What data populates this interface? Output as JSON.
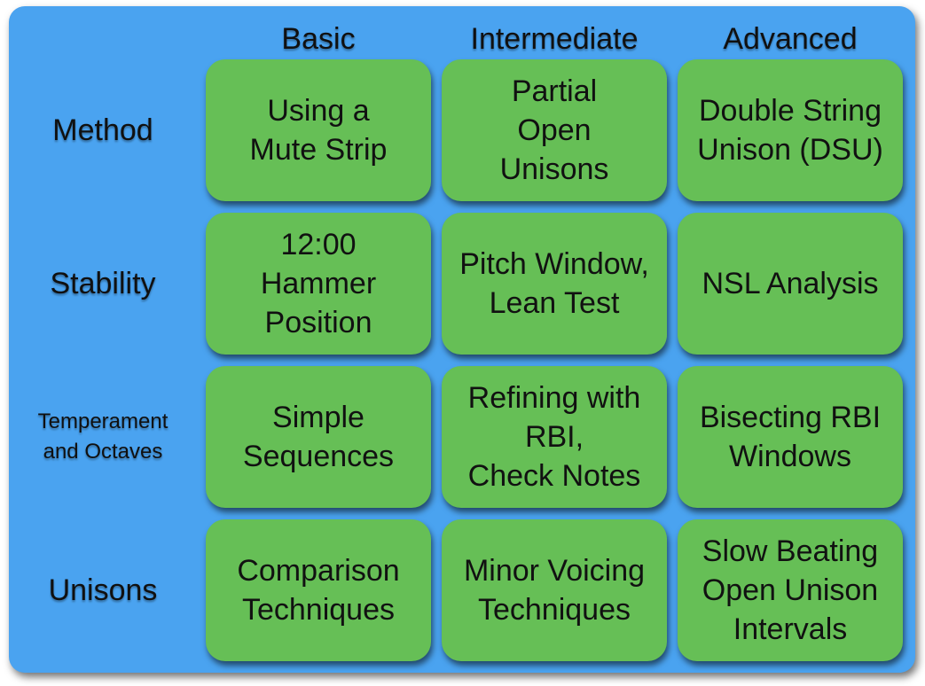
{
  "columns": [
    "Basic",
    "Intermediate",
    "Advanced"
  ],
  "rows": [
    {
      "label": "Method",
      "cells": [
        "Using a\nMute Strip",
        "Partial\nOpen\nUnisons",
        "Double String\nUnison (DSU)"
      ]
    },
    {
      "label": "Stability",
      "cells": [
        "12:00\nHammer\nPosition",
        "Pitch Window,\nLean Test",
        "NSL Analysis"
      ]
    },
    {
      "label": "Temperament\nand Octaves",
      "cells": [
        "Simple\nSequences",
        "Refining with\nRBI,\nCheck Notes",
        "Bisecting RBI\nWindows"
      ]
    },
    {
      "label": "Unisons",
      "cells": [
        "Comparison\nTechniques",
        "Minor Voicing\nTechniques",
        "Slow Beating\nOpen Unison\nIntervals"
      ]
    }
  ],
  "colors": {
    "background": "#4aa3f0",
    "cell": "#66bf56",
    "text": "#111111"
  }
}
